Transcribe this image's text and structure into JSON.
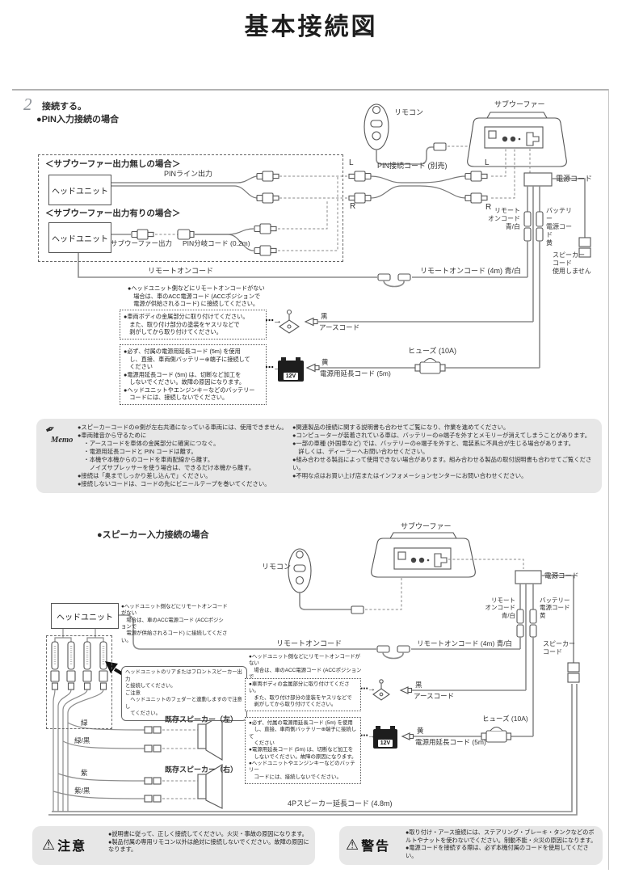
{
  "page": {
    "title": "基本接続図",
    "step_number": "2",
    "step_label": "接続する。",
    "memo_tag": "Memo"
  },
  "common": {
    "remote": "リモコン",
    "subwoofer": "サブウーファー",
    "head_unit": "ヘッドユニット",
    "power_cord": "電源コード",
    "remote_on_cord": "リモートオンコード",
    "remote_on_cord_4m": "リモートオンコード (4m) 青/白",
    "remote_on_short": "リモート\nオンコード\n青/白",
    "battery_short": "バッテリー\n電源コード\n黄",
    "black": "黒",
    "yellow": "黄",
    "earth_cord": "アースコード",
    "power_ext_cord": "電源用延長コード (5m)",
    "fuse": "ヒューズ (10A)",
    "battery_12v": "12V",
    "dotted_arrow": "⋯→",
    "acc_note": "●ヘッドユニット側などにリモートオンコードがない\n　場合は、車のACC電源コード (ACCポジションで\n　電源が供給されるコード) に接続してください。",
    "ground_note": "●車両ボディの金属部分に取り付けてください。\n　また、取り付け部分の塗装をヤスリなどで\n　剥がしてから取り付けてください。",
    "battery_note": "●必ず、付属の電源用延長コード (5m) を使用\n　し、直接、車両側バッテリー⊕端子に接続して\n　ください\n●電源用延長コード (5m) は、切断など加工を\n　しないでください。故障の原因になります。\n●ヘッドユニットやエンジンキーなどのバッテリー\n　コードには、接続しないでください。"
  },
  "diagram_pin": {
    "heading": "●PIN入力接続の場合",
    "case_without": "＜サブウーファー出力無しの場合＞",
    "case_with": "＜サブウーファー出力有りの場合＞",
    "pin_line_out": "PINライン出力",
    "subwoofer_out": "サブウーファー出力",
    "pin_branch_cord": "PIN分岐コード (0.2m)",
    "pin_cord": "PIN接続コード (別売)",
    "l": "L",
    "r": "R",
    "speaker_cord_unused": "スピーカー\nコード\n使用しません"
  },
  "memo": {
    "left": "●スピーカーコードの⊖側が左右共通になっている車両には、使用できません。\n●車両雑音から守るために\n　・アースコードを車体の金属部分に確実につなぐ。\n　・電源用延長コードと PIN コードは離す。\n　・本機や本機からのコードを車両配線から離す。\n　　ノイズサプレッサーを使う場合は、できるだけ本機から離す。\n●接続は「奥までしっかり差し込んで」ください。\n●接続しないコードは、コードの先にビニールテープを巻いてください。",
    "right": "●関連製品の接続に関する説明書も合わせてご覧になり、作業を進めてください。\n●コンピューターが装着されている車は、バッテリーの⊖端子を外すとメモリーが消えてしまうことがあります。\n●一部の車種 (外国車など) では、バッテリーの⊖端子を外すと、電装系に不具合が生じる場合があります。\n　詳しくは、ディーラーへお問い合わせください。\n●組み合わせる製品によって使用できない場合があります。組み合わせる製品の取付説明書も合わせてご覧ください。\n●不明な点はお買い上げ店またはインフォメーションセンターにお問い合わせください。"
  },
  "diagram_speaker": {
    "heading": "●スピーカー入力接続の場合",
    "rear_note": "ヘッドユニットのリアまたはフロントスピーカー出力\nと接続してください。\nご注意\n　ヘッドユニットのフェダーと連動しますので注意し\n　てください。",
    "speaker_cord": "スピーカー\nコード",
    "green": "緑",
    "green_black": "緑/黒",
    "purple": "紫",
    "purple_black": "紫/黒",
    "existing_left": "既存スピーカー（左）",
    "existing_right": "既存スピーカー（右）",
    "cord_4p": "4Pスピーカー延長コード (4.8m)"
  },
  "caution": {
    "icon": "⚠",
    "title": "注意",
    "text": "●説明書に従って、正しく接続してください。火災・事故の原因になります。\n●製品付属の専用リモコン以外は絶対に接続しないでください。故障の原因になります。"
  },
  "warning": {
    "icon": "⚠",
    "title": "警告",
    "text": "●取り付け・アース接続には、ステアリング・ブレーキ・タンクなどのボルトやナットを使わないでください。制動不能・火災の原因になります。\n●電源コードを接続する際は、必ず本機付属のコードを使用してください。"
  }
}
